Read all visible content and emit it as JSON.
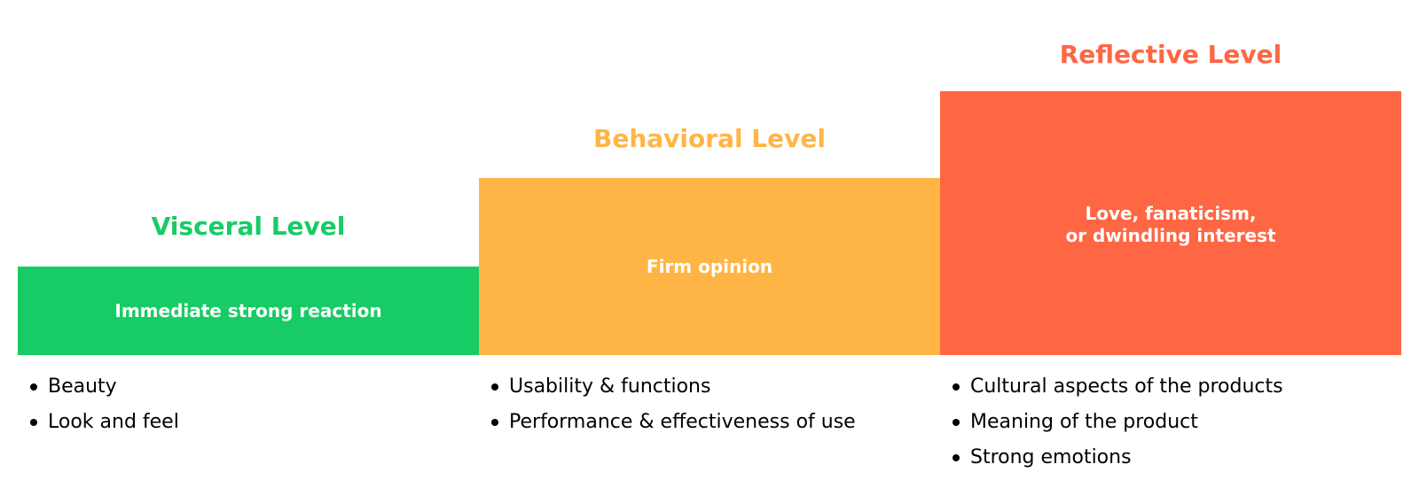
{
  "colors": {
    "visceral": "#17cc65",
    "behavioral": "#ffb545",
    "reflective": "#ff6643"
  },
  "levels": [
    {
      "title": "Visceral Level",
      "block_lines": [
        "Immediate strong reaction"
      ],
      "bullets": [
        "Beauty",
        "Look and feel"
      ]
    },
    {
      "title": "Behavioral Level",
      "block_lines": [
        "Firm opinion"
      ],
      "bullets": [
        "Usability & functions",
        "Performance & effectiveness of use"
      ]
    },
    {
      "title": "Reflective Level",
      "block_lines": [
        "Love, fanaticism,",
        "or dwindling interest"
      ],
      "bullets": [
        "Cultural aspects of the products",
        "Meaning of the product",
        "Strong emotions"
      ]
    }
  ]
}
